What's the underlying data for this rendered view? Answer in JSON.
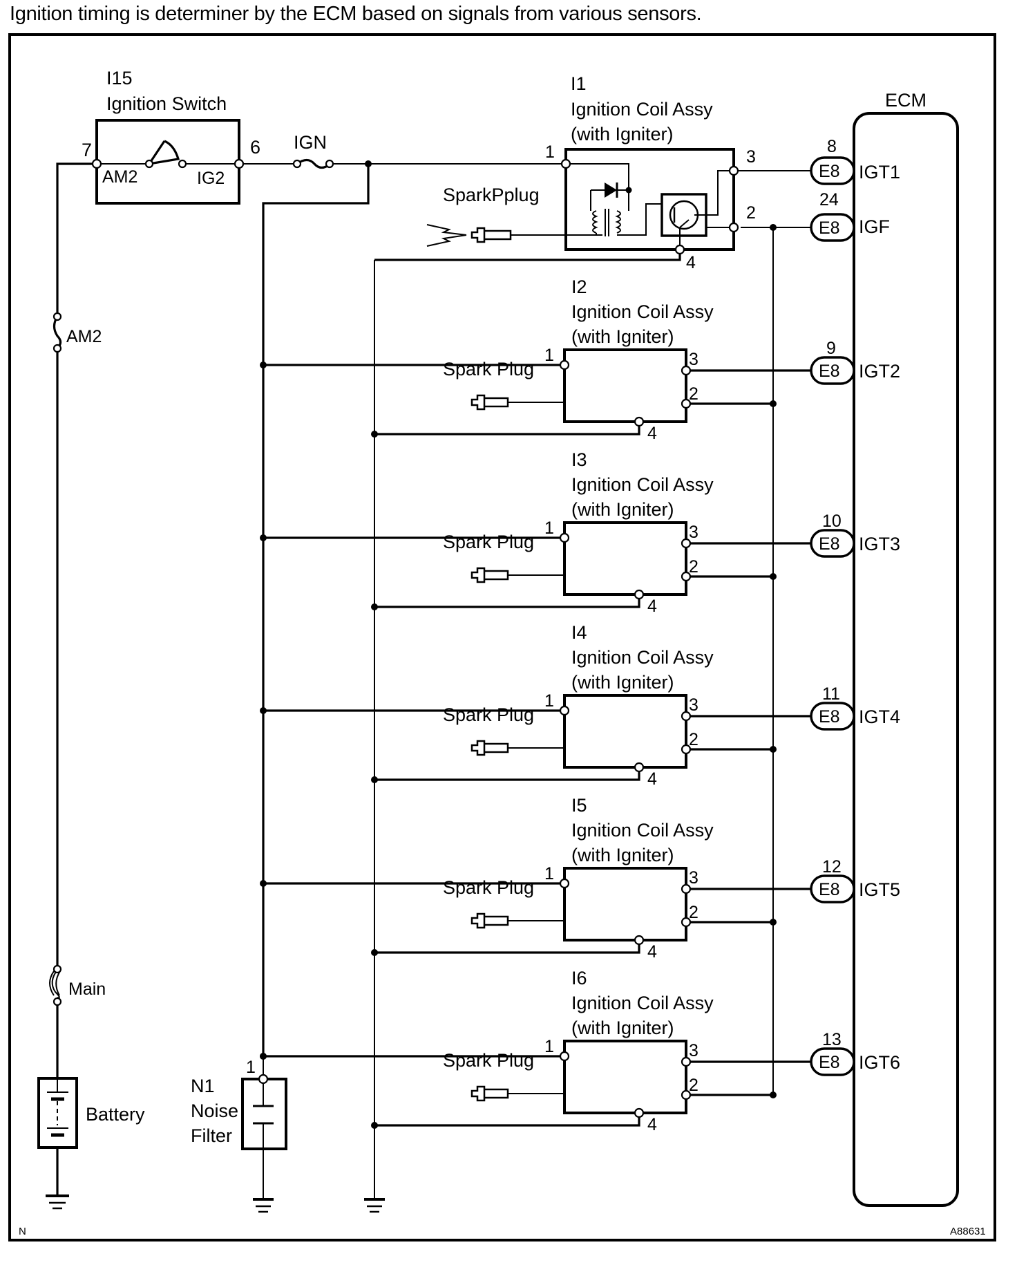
{
  "caption": "Ignition timing is determiner by the ECM based on signals from various sensors.",
  "ignition_switch": {
    "id": "I15",
    "name": "Ignition Switch",
    "pin_in": "7",
    "pin_out": "6",
    "terminal_in": "AM2",
    "terminal_out": "IG2"
  },
  "fuses": {
    "ign": "IGN",
    "am2": "AM2",
    "main": "Main"
  },
  "battery": {
    "label": "Battery"
  },
  "noise_filter": {
    "id": "N1",
    "line1": "Noise",
    "line2": "Filter",
    "pin": "1"
  },
  "ecm": {
    "label": "ECM"
  },
  "coils": [
    {
      "id": "I1",
      "name": "Ignition Coil Assy",
      "sub": "(with Igniter)",
      "plug": "SparkPplug",
      "pins": [
        "1",
        "2",
        "3",
        "4"
      ],
      "ecm_pin": "8",
      "connector": "E8",
      "signal": "IGT1"
    },
    {
      "id": "I2",
      "name": "Ignition Coil Assy",
      "sub": "(with Igniter)",
      "plug": "Spark Plug",
      "pins": [
        "1",
        "2",
        "3",
        "4"
      ],
      "ecm_pin": "9",
      "connector": "E8",
      "signal": "IGT2"
    },
    {
      "id": "I3",
      "name": "Ignition Coil Assy",
      "sub": "(with Igniter)",
      "plug": "Spark Plug",
      "pins": [
        "1",
        "2",
        "3",
        "4"
      ],
      "ecm_pin": "10",
      "connector": "E8",
      "signal": "IGT3"
    },
    {
      "id": "I4",
      "name": "Ignition Coil Assy",
      "sub": "(with Igniter)",
      "plug": "Spark Plug",
      "pins": [
        "1",
        "2",
        "3",
        "4"
      ],
      "ecm_pin": "11",
      "connector": "E8",
      "signal": "IGT4"
    },
    {
      "id": "I5",
      "name": "Ignition Coil Assy",
      "sub": "(with Igniter)",
      "plug": "Spark Plug",
      "pins": [
        "1",
        "2",
        "3",
        "4"
      ],
      "ecm_pin": "12",
      "connector": "E8",
      "signal": "IGT5"
    },
    {
      "id": "I6",
      "name": "Ignition Coil Assy",
      "sub": "(with Igniter)",
      "plug": "Spark Plug",
      "pins": [
        "1",
        "2",
        "3",
        "4"
      ],
      "ecm_pin": "13",
      "connector": "E8",
      "signal": "IGT6"
    }
  ],
  "igf": {
    "ecm_pin": "24",
    "connector": "E8",
    "signal": "IGF"
  },
  "footer": {
    "left_mark": "N",
    "figure_id": "A88631"
  }
}
